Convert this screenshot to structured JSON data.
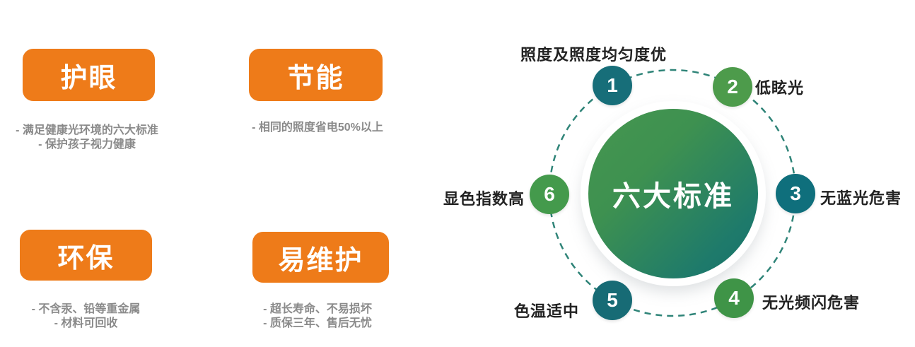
{
  "features": [
    {
      "title": "护眼",
      "bullets": [
        "- 满足健康光环境的六大标准",
        "- 保护孩子视力健康"
      ]
    },
    {
      "title": "节能",
      "bullets": [
        "- 相同的照度省电50%以上"
      ]
    },
    {
      "title": "环保",
      "bullets": [
        "- 不含汞、铅等重金属",
        "- 材料可回收"
      ]
    },
    {
      "title": "易维护",
      "bullets": [
        "- 超长寿命、不易损坏",
        "- 质保三年、售后无忧"
      ]
    }
  ],
  "diagram": {
    "center_label": "六大标准",
    "items": [
      {
        "number": "1",
        "label": "照度及照度均匀度优",
        "color": "#176E79"
      },
      {
        "number": "2",
        "label": "低眩光",
        "color": "#4D9B4B"
      },
      {
        "number": "3",
        "label": "无蓝光危害",
        "color": "#0F6F7C"
      },
      {
        "number": "4",
        "label": "无光频闪危害",
        "color": "#3F9447"
      },
      {
        "number": "5",
        "label": "色温适中",
        "color": "#176B75"
      },
      {
        "number": "6",
        "label": "显色指数高",
        "color": "#449A4C"
      }
    ],
    "colors": {
      "accent_orange": "#EE7B19",
      "bullet_gray": "#8A8A8A",
      "label_dark": "#222222",
      "dash_teal": "#2F8478",
      "center_gradient_start": "#45964F",
      "center_gradient_end": "#177069",
      "text_white": "#FFFFFF"
    }
  }
}
